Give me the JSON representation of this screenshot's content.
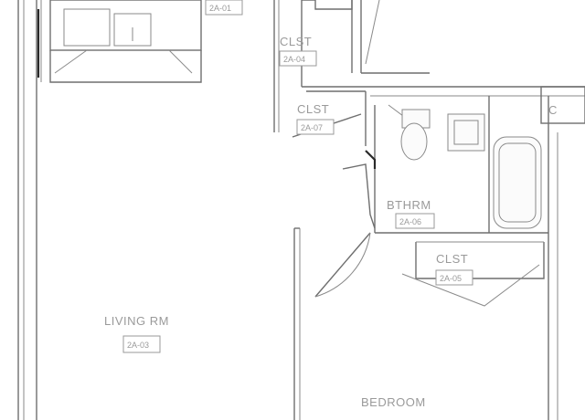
{
  "rooms": {
    "closet_top": {
      "label": "CLST",
      "tag": "2A-04"
    },
    "closet_mid": {
      "label": "CLST",
      "tag": "2A-07"
    },
    "bathroom": {
      "label": "BTHRM",
      "tag": "2A-06"
    },
    "closet_bed": {
      "label": "CLST",
      "tag": "2A-05"
    },
    "living": {
      "label": "LIVING RM",
      "tag": "2A-03"
    },
    "bedroom": {
      "label": "BEDROOM"
    },
    "top_left_tag": "2A-01"
  }
}
